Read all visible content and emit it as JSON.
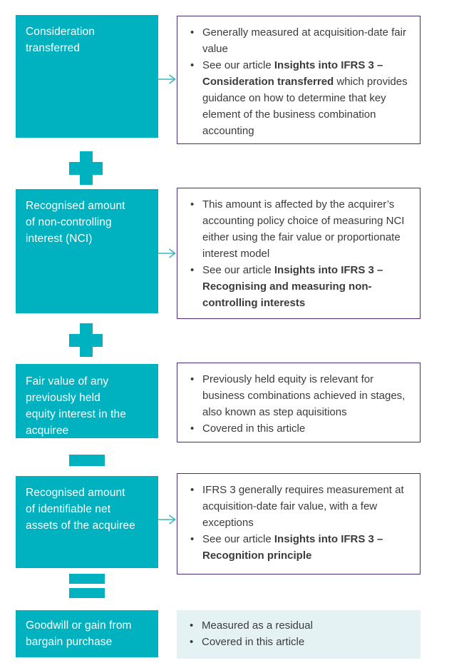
{
  "diagram": {
    "title_semantic": "IFRS 3 goodwill calculation formula",
    "colors": {
      "teal": "#00b2bf",
      "pale_teal": "#e5f2f4",
      "purple_border": "#4b2a7b",
      "text_dark": "#3b3b3b",
      "arrow_teal": "#3ab6c3",
      "term_text": "#ffffff"
    },
    "operators": [
      {
        "type": "plus"
      },
      {
        "type": "plus"
      },
      {
        "type": "minus"
      },
      {
        "type": "equals"
      }
    ],
    "rows": [
      {
        "term": "Consideration\ntransferred",
        "has_arrow": true,
        "bullets": [
          {
            "segments": [
              {
                "t": "Generally measured at acquisition-date fair value",
                "b": false
              }
            ]
          },
          {
            "segments": [
              {
                "t": "See our article ",
                "b": false
              },
              {
                "t": "Insights into IFRS 3 – Consideration transferred",
                "b": true
              },
              {
                "t": " which provides guidance on how to determine that key element of the business combination accounting",
                "b": false
              }
            ]
          }
        ]
      },
      {
        "term": "Recognised amount\nof non-controlling\ninterest (NCI)",
        "has_arrow": true,
        "bullets": [
          {
            "segments": [
              {
                "t": "This amount is affected by the acquirer’s accounting policy choice of measuring NCI either using the fair value or proportionate interest model",
                "b": false
              }
            ]
          },
          {
            "segments": [
              {
                "t": "See our article ",
                "b": false
              },
              {
                "t": "Insights into IFRS 3 – Recognising and measuring non-controlling interests",
                "b": true
              }
            ]
          }
        ]
      },
      {
        "term": "Fair value of any\npreviously held\nequity interest in the\nacquiree",
        "has_arrow": false,
        "bullets": [
          {
            "segments": [
              {
                "t": "Previously held equity is relevant for business combinations achieved in stages, also known as step aquisitions",
                "b": false
              }
            ]
          },
          {
            "segments": [
              {
                "t": "Covered in this article",
                "b": false
              }
            ]
          }
        ]
      },
      {
        "term": "Recognised amount\nof identifiable net\nassets of the acquiree",
        "has_arrow": true,
        "bullets": [
          {
            "segments": [
              {
                "t": "IFRS 3 generally requires measurement at acquisition-date fair value, with a few exceptions",
                "b": false
              }
            ]
          },
          {
            "segments": [
              {
                "t": "See our article ",
                "b": false
              },
              {
                "t": "Insights into IFRS 3 – Recognition principle",
                "b": true
              }
            ]
          }
        ]
      },
      {
        "term": "Goodwill or gain from\nbargain purchase",
        "has_arrow": false,
        "bullets": [
          {
            "segments": [
              {
                "t": "Measured as a residual",
                "b": false
              }
            ]
          },
          {
            "segments": [
              {
                "t": "Covered in this article",
                "b": false
              }
            ]
          }
        ]
      }
    ]
  }
}
